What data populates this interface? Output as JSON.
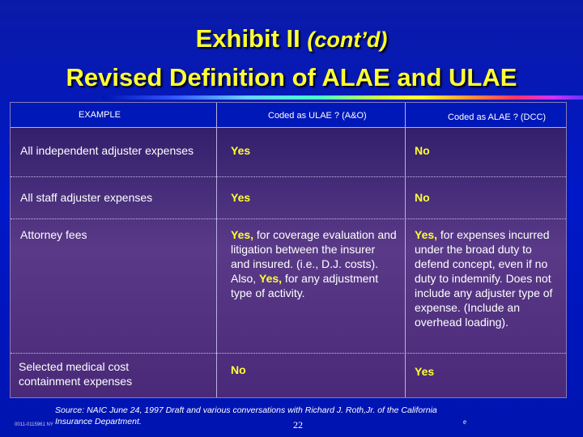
{
  "title": {
    "line1_main": "Exhibit II",
    "line1_italic": "(cont’d)",
    "line2": "Revised Definition of ALAE and ULAE"
  },
  "table": {
    "headers": [
      "EXAMPLE",
      "Coded as ULAE ? (A&O)",
      "Coded as ALAE ? (DCC)"
    ],
    "rows": [
      {
        "example": "All independent adjuster expenses",
        "ulae": "Yes",
        "alae": "No"
      },
      {
        "example": "All staff adjuster expenses",
        "ulae": "Yes",
        "alae": "No"
      },
      {
        "example": "Attorney fees",
        "ulae_yes1": "Yes,",
        "ulae_text1": " for coverage evaluation and litigation between the insurer and insured.  (i.e., D.J. costs).  Also, ",
        "ulae_yes2": "Yes,",
        "ulae_text2": " for any adjustment type of activity.",
        "alae_yes": "Yes,",
        "alae_text": " for expenses incurred under the broad duty to defend concept, even if no duty to indemnify.  Does not include any adjuster type of expense.  (Include an overhead loading)."
      },
      {
        "example": "Selected medical cost containment expenses",
        "ulae": "No",
        "alae": "Yes"
      }
    ]
  },
  "footer": {
    "source": "Source:  NAIC June 24, 1997 Draft and various conversations with Richard J. Roth,Jr. of the California Insurance Department.",
    "code": "0011-0115961 NY",
    "page_number": "22",
    "mark": "e"
  },
  "colors": {
    "background": "#0018c8",
    "title": "#ffff33",
    "highlight": "#ffff33",
    "table_fill": "#4a2a78"
  }
}
